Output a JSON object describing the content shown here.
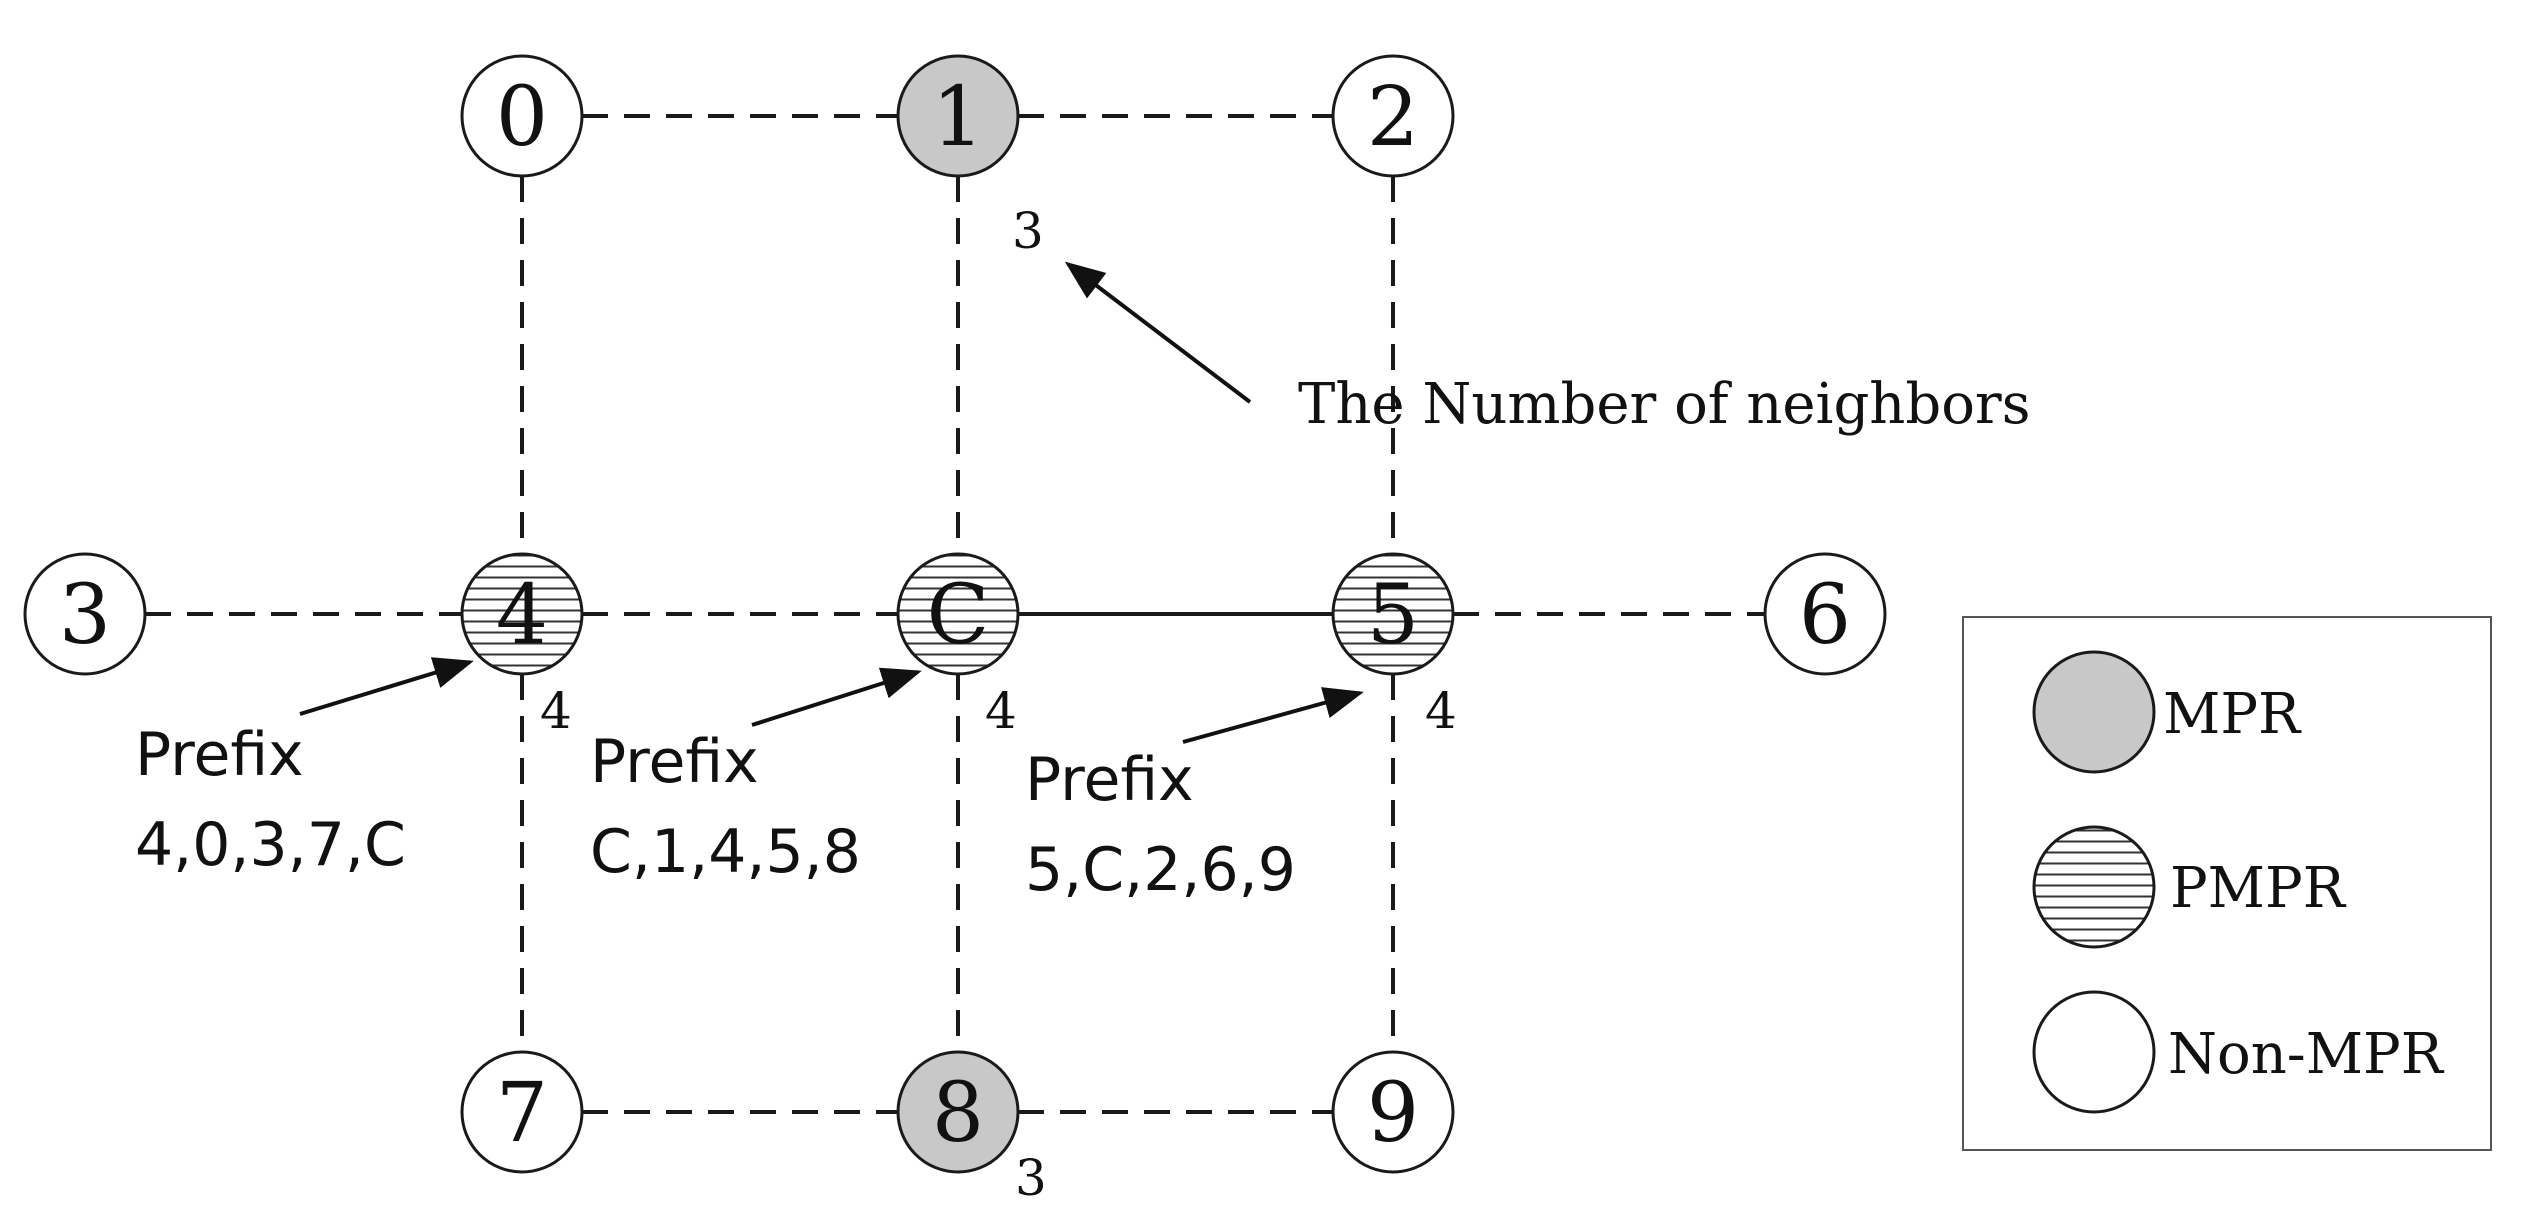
{
  "nodes": [
    {
      "id": "0",
      "label": "0",
      "type": "non-mpr"
    },
    {
      "id": "1",
      "label": "1",
      "type": "mpr"
    },
    {
      "id": "2",
      "label": "2",
      "type": "non-mpr"
    },
    {
      "id": "3",
      "label": "3",
      "type": "non-mpr"
    },
    {
      "id": "4",
      "label": "4",
      "type": "pmpr"
    },
    {
      "id": "C",
      "label": "C",
      "type": "pmpr"
    },
    {
      "id": "5",
      "label": "5",
      "type": "pmpr"
    },
    {
      "id": "6",
      "label": "6",
      "type": "non-mpr"
    },
    {
      "id": "7",
      "label": "7",
      "type": "non-mpr"
    },
    {
      "id": "8",
      "label": "8",
      "type": "mpr"
    },
    {
      "id": "9",
      "label": "9",
      "type": "non-mpr"
    }
  ],
  "edges": [
    {
      "from": "0",
      "to": "1",
      "style": "dashed"
    },
    {
      "from": "1",
      "to": "2",
      "style": "dashed"
    },
    {
      "from": "0",
      "to": "4",
      "style": "dashed"
    },
    {
      "from": "1",
      "to": "C",
      "style": "dashed"
    },
    {
      "from": "2",
      "to": "5",
      "style": "dashed"
    },
    {
      "from": "3",
      "to": "4",
      "style": "dashed"
    },
    {
      "from": "4",
      "to": "C",
      "style": "dashed"
    },
    {
      "from": "C",
      "to": "5",
      "style": "solid"
    },
    {
      "from": "5",
      "to": "6",
      "style": "dashed"
    },
    {
      "from": "4",
      "to": "7",
      "style": "dashed"
    },
    {
      "from": "C",
      "to": "8",
      "style": "dashed"
    },
    {
      "from": "5",
      "to": "9",
      "style": "dashed"
    },
    {
      "from": "7",
      "to": "8",
      "style": "dashed"
    },
    {
      "from": "8",
      "to": "9",
      "style": "dashed"
    }
  ],
  "neighbor_counts": {
    "n1": "3",
    "n4": "4",
    "nC": "4",
    "n5": "4",
    "n8": "3"
  },
  "annotation": {
    "text": "The Number of neighbors"
  },
  "prefixes": {
    "p4": {
      "label": "Prefix",
      "values": "4,0,3,7,C"
    },
    "pC": {
      "label": "Prefix",
      "values": "C,1,4,5,8"
    },
    "p5": {
      "label": "Prefix",
      "values": "5,C,2,6,9"
    }
  },
  "legend": {
    "mpr": "MPR",
    "pmpr": "PMPR",
    "non_mpr": "Non-MPR"
  },
  "colors": {
    "mpr_fill": "#c8c8c8",
    "non_mpr_fill": "#ffffff",
    "stroke": "#1a1a1a"
  }
}
